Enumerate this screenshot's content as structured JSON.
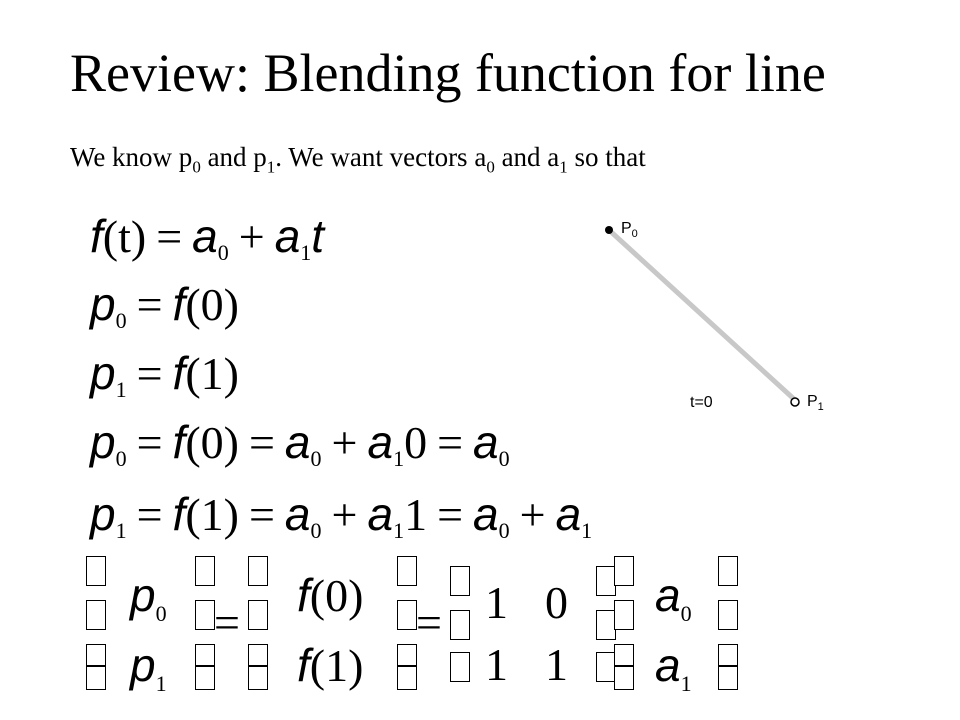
{
  "slide": {
    "title": "Review: Blending function for line",
    "subtitle": {
      "part1": "We know p",
      "sub1": "0",
      "part2": " and p",
      "sub2": "1",
      "part3": ".  We want vectors a",
      "sub3": "0",
      "part4": " and a",
      "sub4": "1",
      "part5": " so that"
    }
  },
  "equations": {
    "e1": {
      "lhs": "f",
      "lhs_arg": "(t)",
      "eq": "=",
      "a0": "a",
      "a0_sub": "0",
      "plus": "+",
      "a1": "a",
      "a1_sub": "1",
      "t": "t"
    },
    "e2": {
      "p": "p",
      "p_sub": "0",
      "eq": "=",
      "f": "f",
      "arg": "(0)"
    },
    "e3": {
      "p": "p",
      "p_sub": "1",
      "eq": "=",
      "f": "f",
      "arg": "(1)"
    },
    "e4": {
      "p": "p",
      "p_sub": "0",
      "eq1": "=",
      "f": "f",
      "arg": "(0)",
      "eq2": "=",
      "a0": "a",
      "a0_sub": "0",
      "plus": "+",
      "a1": "a",
      "a1_sub": "1",
      "zero": "0",
      "eq3": "=",
      "r": "a",
      "r_sub": "0"
    },
    "e5": {
      "p": "p",
      "p_sub": "1",
      "eq1": "=",
      "f": "f",
      "arg": "(1)",
      "eq2": "=",
      "a0": "a",
      "a0_sub": "0",
      "plus": "+",
      "a1": "a",
      "a1_sub": "1",
      "one": "1",
      "eq3": "=",
      "r0": "a",
      "r0_sub": "0",
      "plus2": "+",
      "r1": "a",
      "r1_sub": "1"
    }
  },
  "matrix": {
    "p0": "p",
    "p0_sub": "0",
    "p1": "p",
    "p1_sub": "1",
    "f0": "f",
    "f0_arg": "(0)",
    "f1": "f",
    "f1_arg": "(1)",
    "eq": "=",
    "m11": "1",
    "m12": "0",
    "m21": "1",
    "m22": "1",
    "a0": "a",
    "a0_sub": "0",
    "a1": "a",
    "a1_sub": "1"
  },
  "diagram": {
    "p0_label": "P",
    "p0_sub": "0",
    "p1_label": "P",
    "p1_sub": "1",
    "t_label": "t=0",
    "line_color": "#c8c8c8"
  }
}
